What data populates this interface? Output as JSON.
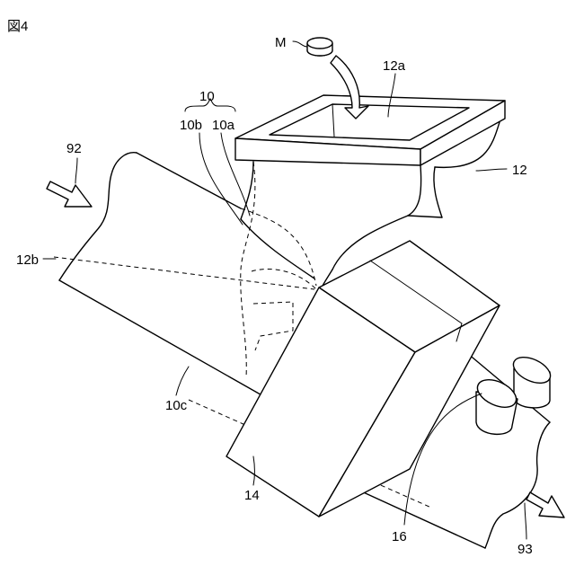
{
  "figure_label": "図4",
  "labels": {
    "material": "M",
    "hopper_opening": "12a",
    "assembly": "10",
    "part_10b": "10b",
    "part_10a": "10a",
    "inlet": "92",
    "hopper": "12",
    "hopper_bottom": "12b",
    "duct_wall": "10c",
    "box": "14",
    "pipe": "16",
    "outlet": "93"
  }
}
